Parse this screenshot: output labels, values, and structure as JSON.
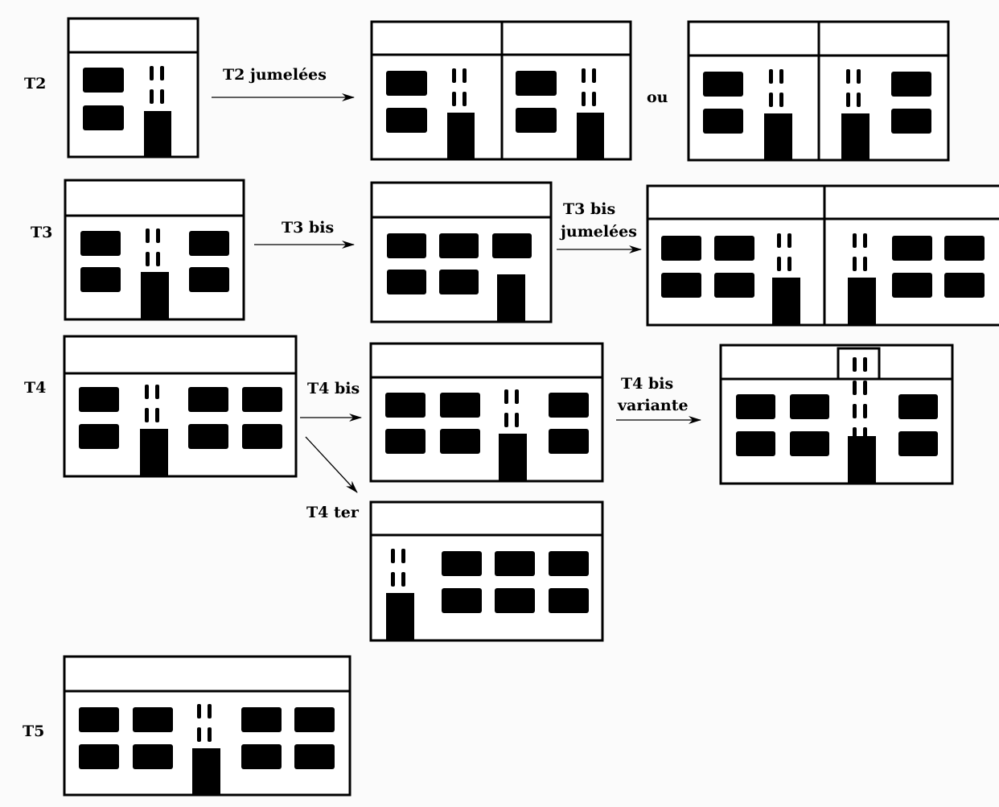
{
  "row_labels": {
    "t2": "T2",
    "t3": "T3",
    "t4": "T4",
    "t5": "T5"
  },
  "arrow_labels": {
    "t2_jumelees": "T2 jumelées",
    "ou": "ou",
    "t3_bis": "T3 bis",
    "t3_bis_jumelees_line1": "T3 bis",
    "t3_bis_jumelees_line2": "jumelées",
    "t4_bis": "T4 bis",
    "t4_bis_variante_line1": "T4 bis",
    "t4_bis_variante_line2": "variante",
    "t4_ter": "T4 ter"
  },
  "colors": {
    "ink": "#000000",
    "paper": "#ffffff",
    "background": "#fbfbfb"
  }
}
